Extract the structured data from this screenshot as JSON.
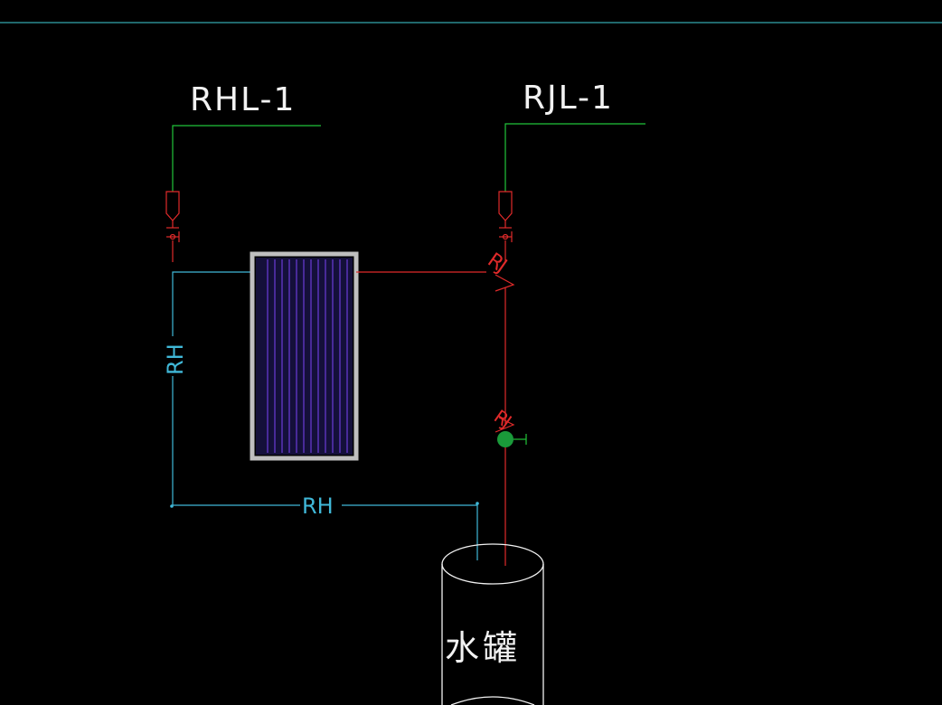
{
  "colors": {
    "background": "#000000",
    "border_line": "#3fd0d8",
    "green_pipe": "#21c43a",
    "red_pipe": "#e02a2a",
    "cyan_pipe": "#40b8d8",
    "white": "#f2f2f2",
    "panel_frame": "#bfbfbf",
    "panel_fill": "#14103a",
    "panel_tubes": "#6a3cd8",
    "pump_fill": "#1a9a3a"
  },
  "labels": {
    "left_riser": "RHL-1",
    "right_riser": "RJL-1",
    "pipe_rh_vertical": "RH",
    "pipe_rh_horizontal": "RH",
    "pipe_rj_marker_upper": "RJ",
    "pipe_rj_marker_lower": "RJ",
    "tank": "水罐"
  },
  "icons": {
    "left_valve": "gate-valve-icon",
    "right_valve": "gate-valve-icon",
    "pump": "circulation-pump-icon",
    "collector": "solar-collector-icon",
    "tank": "water-tank-icon"
  }
}
